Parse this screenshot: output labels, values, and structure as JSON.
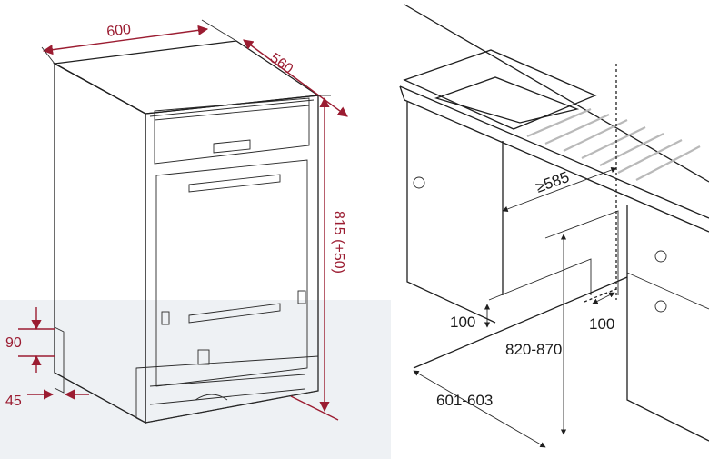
{
  "colors": {
    "dimension": "#9b1c31",
    "line": "#1f1f1f",
    "shadow": "#e9edf1",
    "hatch": "#b9b9b9"
  },
  "dishwasher": {
    "width_label": "600",
    "depth_label": "560",
    "height_label": "815 (+50)",
    "plinth_height_label": "90",
    "plinth_depth_label": "45"
  },
  "installation": {
    "niche_depth_label": "≥585",
    "left_gap_label": "100",
    "right_gap_label": "100",
    "niche_height_label": "820-870",
    "niche_width_label": "601-603"
  }
}
